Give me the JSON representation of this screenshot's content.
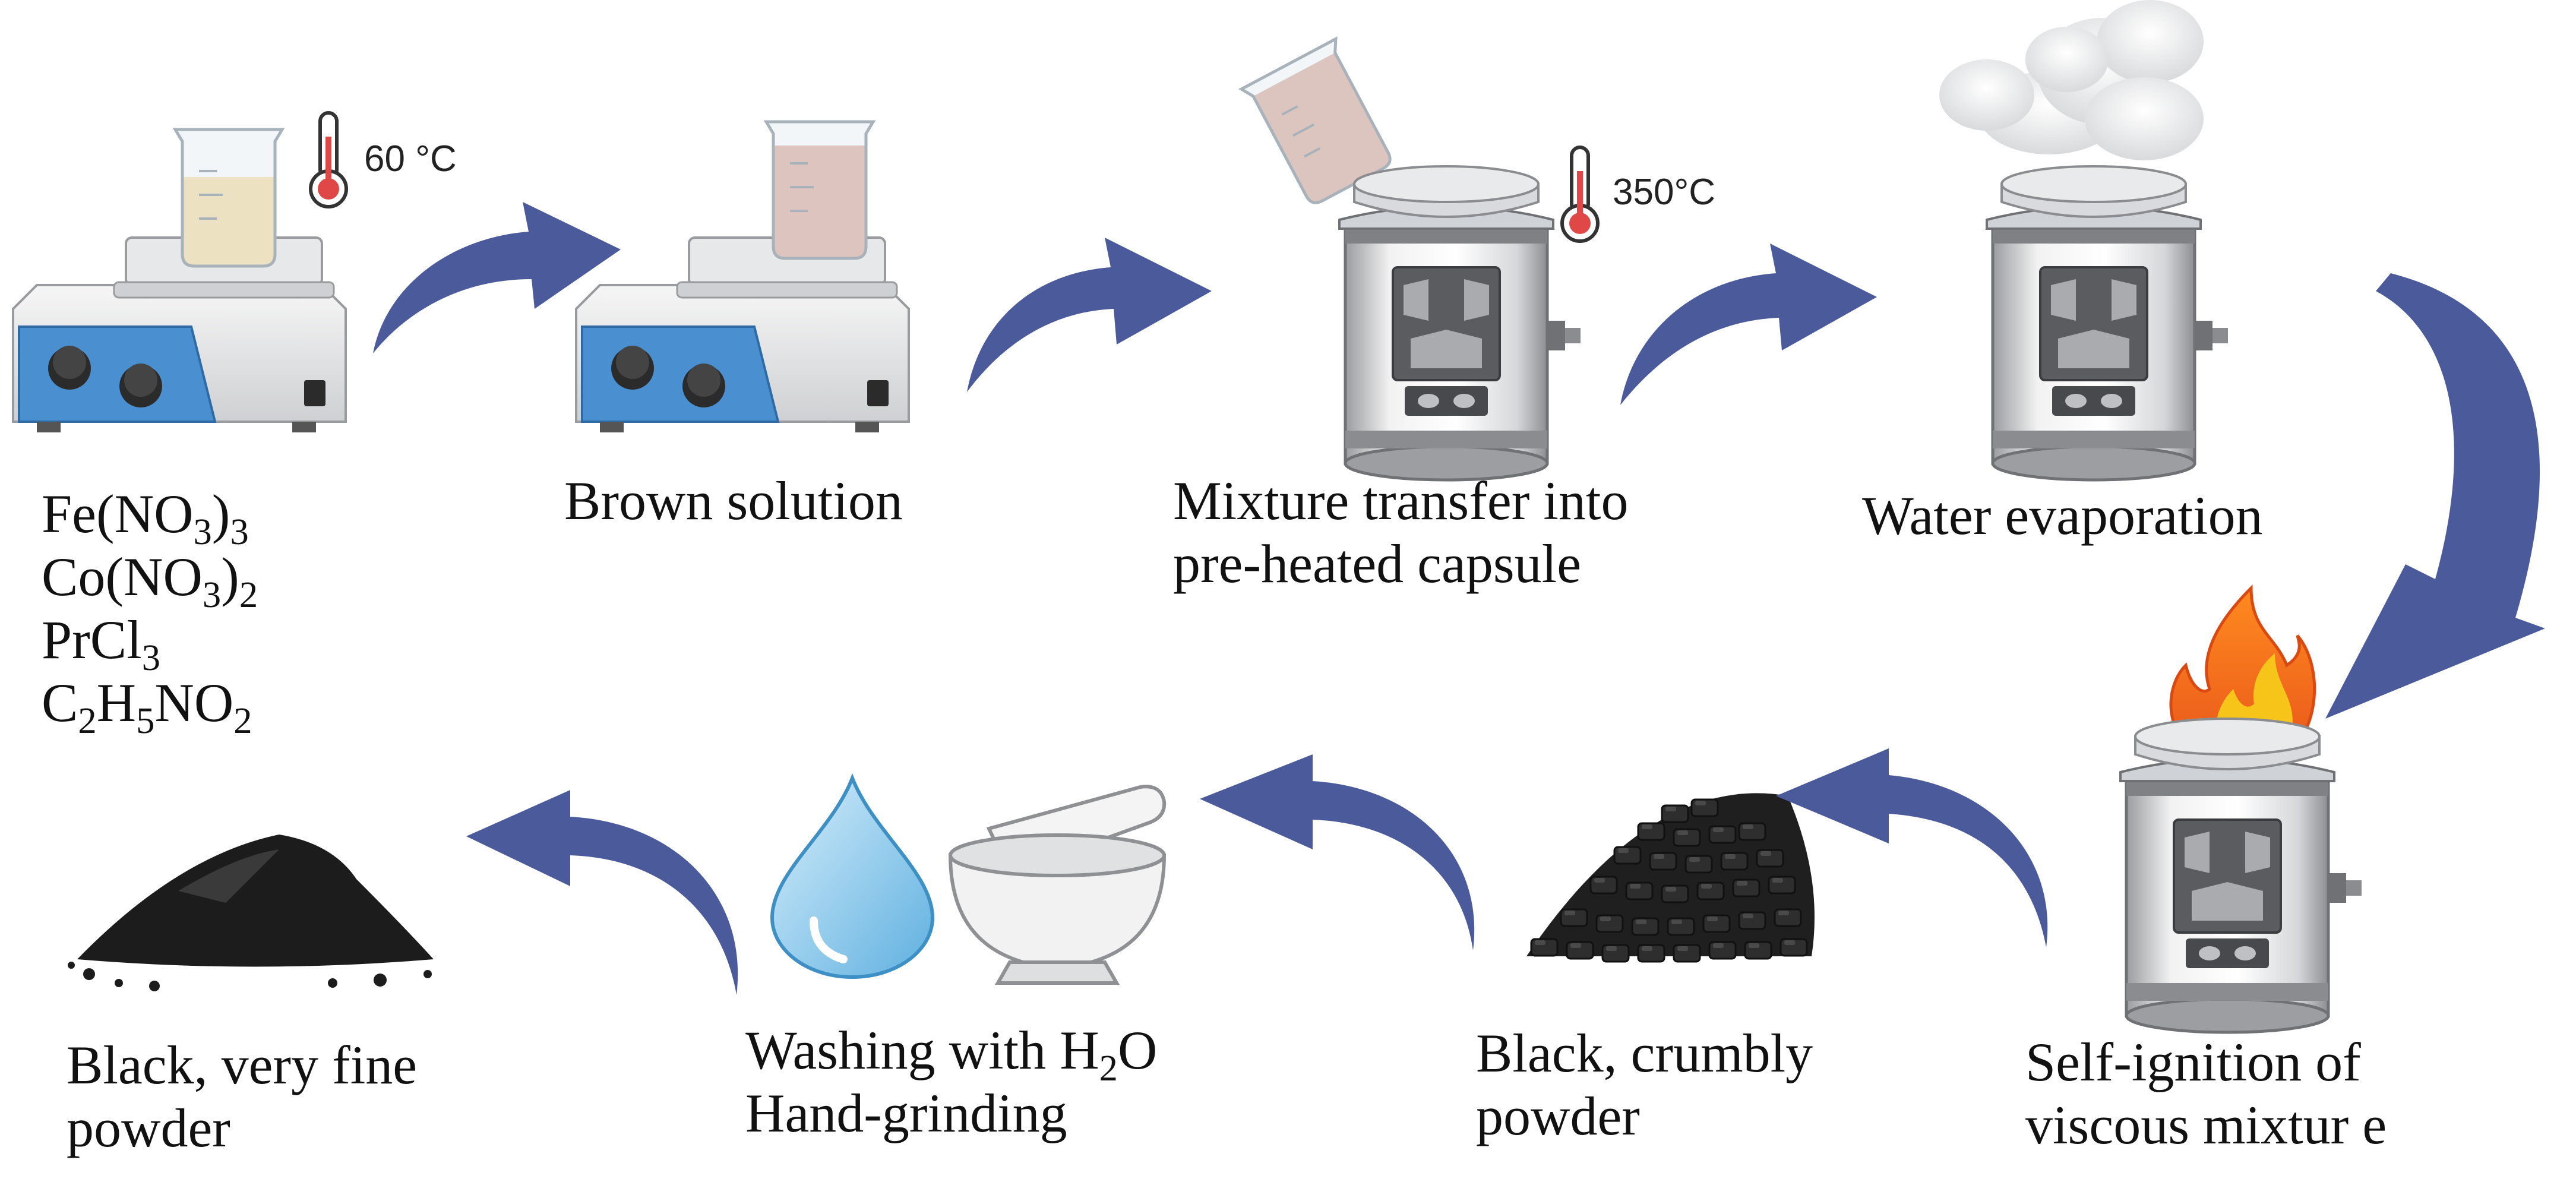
{
  "temperatures": {
    "stirring": "60 °C",
    "capsule": "350°C"
  },
  "reagents": [
    {
      "main": "Fe(NO",
      "sub1": "3",
      "mid": ")",
      "sub2": "3"
    },
    {
      "main": "Co(NO",
      "sub1": "3",
      "mid": ")",
      "sub2": "2"
    },
    {
      "main": "PrCl",
      "sub1": "3",
      "mid": "",
      "sub2": ""
    },
    {
      "p1": "C",
      "s1": "2",
      "p2": "H",
      "s2": "5",
      "p3": "NO",
      "s3": "2"
    }
  ],
  "steps": {
    "brown_solution": "Brown solution",
    "mixture_transfer": [
      "Mixture transfer into",
      "pre-heated capsule"
    ],
    "water_evaporation": "Water evaporation",
    "self_ignition": [
      "Self-ignition of",
      "viscous mixtur e"
    ],
    "crumbly_powder": [
      "Black, crumbly",
      "powder"
    ],
    "washing": {
      "prefix": "Washing with H",
      "sub": "2",
      "suffix": "O",
      "line2": "Hand-grinding"
    },
    "fine_powder": [
      "Black, very fine",
      "powder"
    ]
  },
  "colors": {
    "arrow": "#4a5a9a",
    "hotplate_blue": "#4a90d0",
    "yellow_liquid": "#e8b020",
    "brown_liquid": "#b03a14",
    "flame_outer": "#f47a1a",
    "flame_inner": "#f7c51a",
    "water_drop": "#8ec9ea",
    "black_material": "#2a2a2a"
  }
}
